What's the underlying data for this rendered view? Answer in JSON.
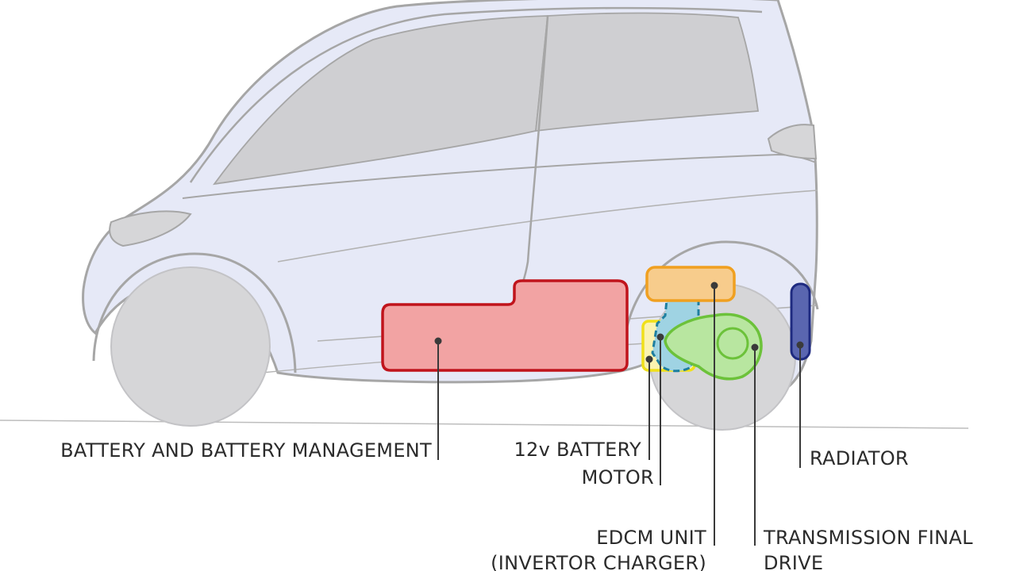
{
  "components": {
    "battery": {
      "label": "BATTERY AND BATTERY MANAGEMENT",
      "color": "#c0141c",
      "fill": "#f2a3a3"
    },
    "battery_12v": {
      "label": "12v BATTERY",
      "color": "#f0e01a",
      "fill": "#fbf3b0"
    },
    "motor": {
      "label": "MOTOR",
      "color": "#1e7fa0",
      "fill": "#9fd3e3"
    },
    "edcm": {
      "label_line1": "EDCM UNIT",
      "label_line2": "(INVERTOR CHARGER)",
      "color": "#f0a020",
      "fill": "#f7cc8c"
    },
    "transmission": {
      "label_line1": "TRANSMISSION FINAL",
      "label_line2": "DRIVE",
      "color": "#6cc23a",
      "fill": "#b8e6a0"
    },
    "radiator": {
      "label": "RADIATOR",
      "color": "#1e2a80",
      "fill": "#5a66b0"
    }
  },
  "car": {
    "body_color": "#e6e9f7",
    "outline_color": "#a6a6a6",
    "window_color": "#cfcfd2",
    "wheel_color": "#d6d6d8"
  }
}
